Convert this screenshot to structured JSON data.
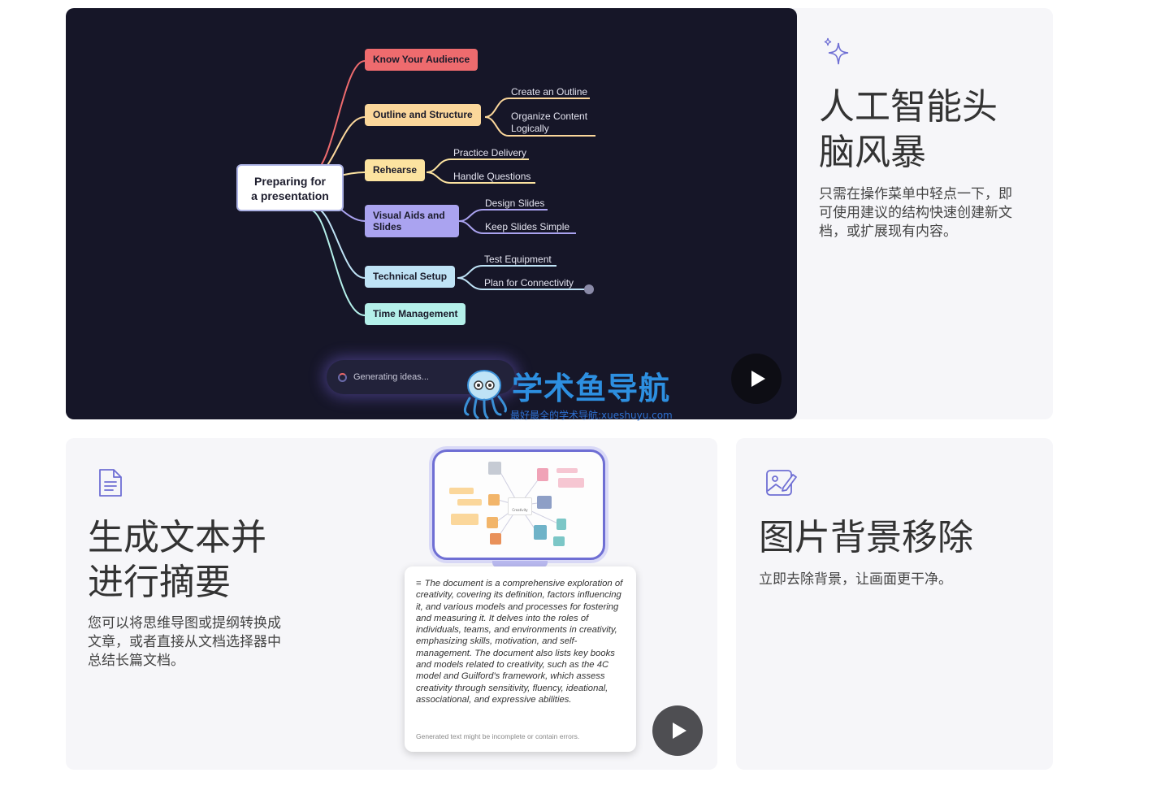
{
  "brainstorm": {
    "title": "人工智能头脑风暴",
    "title_line1": "人工智能头",
    "title_line2": "脑风暴",
    "desc_line1": "只需在操作菜单中轻点一下，即",
    "desc_line2": "可使用建议的结构快速创建新文",
    "desc_line3": "档，或扩展现有内容。",
    "status_text": "Generating ideas...",
    "mindmap": {
      "root_line1": "Preparing for",
      "root_line2": "a presentation",
      "branches": [
        {
          "label": "Know Your Audience",
          "color": "#ee6b6e",
          "leaves": []
        },
        {
          "label": "Outline and Structure",
          "color": "#fbd79b",
          "leaves": [
            "Create an Outline",
            "Organize Content Logically"
          ]
        },
        {
          "label": "Rehearse",
          "color": "#fce3a0",
          "leaves": [
            "Practice Delivery",
            "Handle Questions"
          ]
        },
        {
          "label": "Visual Aids and Slides",
          "color": "#aaa3f0",
          "leaves": [
            "Design Slides",
            "Keep Slides Simple"
          ]
        },
        {
          "label": "Technical Setup",
          "color": "#bfe3f6",
          "leaves": [
            "Test Equipment",
            "Plan for Connectivity"
          ]
        },
        {
          "label": "Time Management",
          "color": "#b4f0ea",
          "leaves": []
        }
      ]
    }
  },
  "summarize": {
    "title_line1": "生成文本并",
    "title_line2": "进行摘要",
    "desc_line1": "您可以将思维导图或提纲转换成",
    "desc_line2": "文章，或者直接从文档选择器中",
    "desc_line3": "总结长篇文档。",
    "summary_text": "The document is a comprehensive exploration of creativity, covering its definition, factors influencing it, and various models and processes for fostering and measuring it. It delves into the roles of individuals, teams, and environments in creativity, emphasizing skills, motivation, and self-management. The document also lists key books and models related to creativity, such as the 4C model and Guilford's framework, which assess creativity through sensitivity, fluency, ideational, associational, and expressive abilities.",
    "disclaimer": "Generated text might be incomplete or contain errors.",
    "mini_map_center": "Creativity"
  },
  "bg_remove": {
    "title": "图片背景移除",
    "desc": "立即去除背景，让画面更干净。"
  },
  "watermark": {
    "name": "学术鱼导航",
    "sub": "最好最全的学术导航:xueshuyu.com"
  },
  "colors": {
    "accent": "#6f6fd4",
    "dark_bg": "#161628",
    "card_bg": "#f6f6f9"
  }
}
